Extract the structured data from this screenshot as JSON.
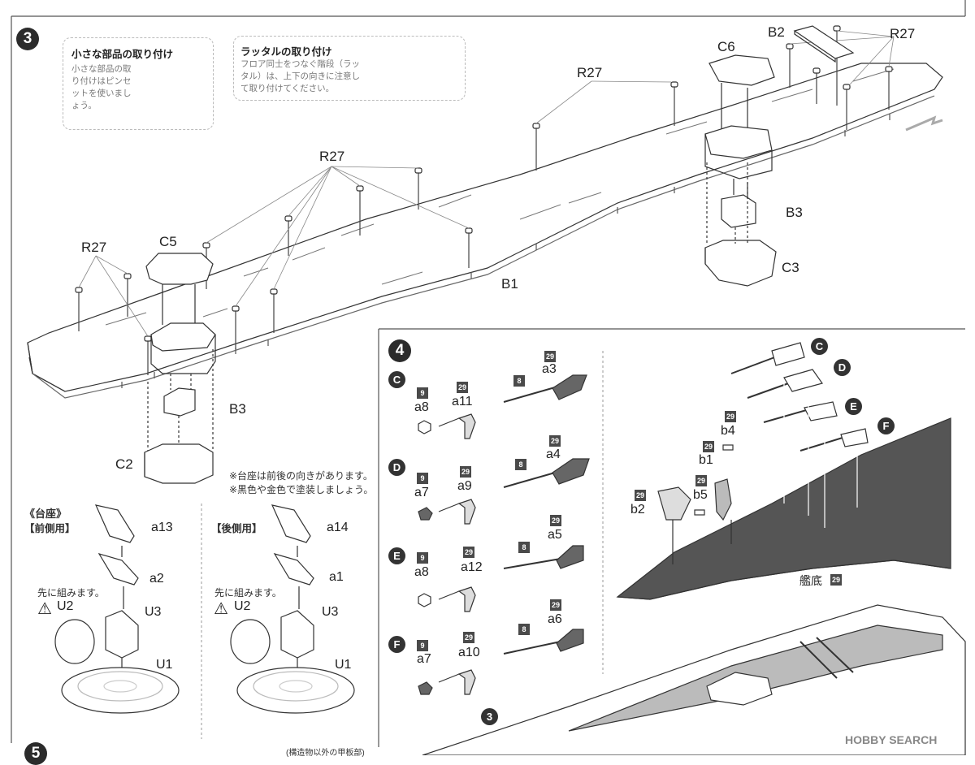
{
  "step3": {
    "number": "3",
    "tip_small_parts": {
      "title": "小さな部品の取り付け",
      "text": "小さな部品の取り付けはピンセットを使いましょう。"
    },
    "tip_ladder": {
      "title": "ラッタルの取り付け",
      "text": "フロア同士をつなぐ階段（ラッタル）は、上下の向きに注意して取り付けてください。"
    },
    "labels": {
      "r27_a": "R27",
      "r27_b": "R27",
      "r27_c": "R27",
      "r27_d": "R27",
      "c6": "C6",
      "b2": "B2",
      "b3_right": "B3",
      "c3": "C3",
      "b1": "B1",
      "c5": "C5",
      "b3_left": "B3",
      "c2": "C2"
    }
  },
  "stand": {
    "note_line1": "※台座は前後の向きがあります。",
    "note_line2": "※黒色や金色で塗装しましょう。",
    "title": "《台座》",
    "front_label": "【前側用】",
    "rear_label": "【後側用】",
    "assemble_first": "先に組みます。",
    "front_parts": {
      "top": "a13",
      "mid": "a2",
      "u2": "U2",
      "u3": "U3",
      "u1": "U1"
    },
    "rear_parts": {
      "top": "a14",
      "mid": "a1",
      "u2": "U2",
      "u3": "U3",
      "u1": "U1"
    }
  },
  "step4": {
    "number": "4",
    "rows": [
      {
        "letter": "C",
        "color_a": "9",
        "part_a": "a8",
        "color_b": "29",
        "part_b": "a11",
        "color_c": "8",
        "color_d": "29",
        "part_d": "a3"
      },
      {
        "letter": "D",
        "color_a": "9",
        "part_a": "a7",
        "color_b": "29",
        "part_b": "a9",
        "color_c": "8",
        "color_d": "29",
        "part_d": "a4"
      },
      {
        "letter": "E",
        "color_a": "9",
        "part_a": "a8",
        "color_b": "29",
        "part_b": "a12",
        "color_c": "8",
        "color_d": "29",
        "part_d": "a5"
      },
      {
        "letter": "F",
        "color_a": "9",
        "part_a": "a7",
        "color_b": "29",
        "part_b": "a10",
        "color_c": "8",
        "color_d": "29",
        "part_d": "a6"
      }
    ],
    "hull": {
      "callouts": [
        "C",
        "D",
        "E",
        "F"
      ],
      "b4_color": "29",
      "b4": "b4",
      "b1_color": "29",
      "b1": "b1",
      "b5_color": "29",
      "b5": "b5",
      "b2_color": "29",
      "b2": "b2",
      "bottom_label": "艦底",
      "bottom_color": "29",
      "ref_step": "3"
    }
  },
  "step5": {
    "number": "5",
    "note": "(構造物以外の甲板部)"
  },
  "watermark": "HOBBY SEARCH"
}
